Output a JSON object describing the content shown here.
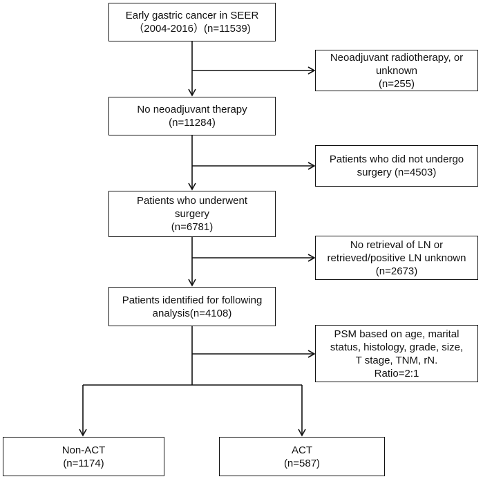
{
  "boxes": {
    "seer": {
      "lines": [
        "Early gastric cancer in SEER",
        "（2004-2016）(n=11539)"
      ]
    },
    "excl_neoadjuvant": {
      "lines": [
        "Neoadjuvant radiotherapy, or",
        "unknown",
        "(n=255)"
      ]
    },
    "no_neoadjuvant": {
      "lines": [
        "No neoadjuvant therapy",
        "(n=11284)"
      ]
    },
    "excl_no_surgery": {
      "lines": [
        "Patients who did not undergo",
        "surgery (n=4503)"
      ]
    },
    "underwent_surgery": {
      "lines": [
        "Patients who underwent",
        "surgery",
        "(n=6781)"
      ]
    },
    "excl_no_ln": {
      "lines": [
        "No retrieval of LN or",
        "retrieved/positive LN unknown",
        "(n=2673)"
      ]
    },
    "identified": {
      "lines": [
        "Patients identified for following",
        "analysis(n=4108)"
      ]
    },
    "psm": {
      "lines": [
        "PSM based on age, marital",
        "status, histology, grade, size,",
        "T stage,  TNM, rN.",
        "Ratio=2:1"
      ]
    },
    "non_act": {
      "lines": [
        "Non-ACT",
        "(n=1174)"
      ]
    },
    "act": {
      "lines": [
        "ACT",
        "(n=587)"
      ]
    }
  }
}
